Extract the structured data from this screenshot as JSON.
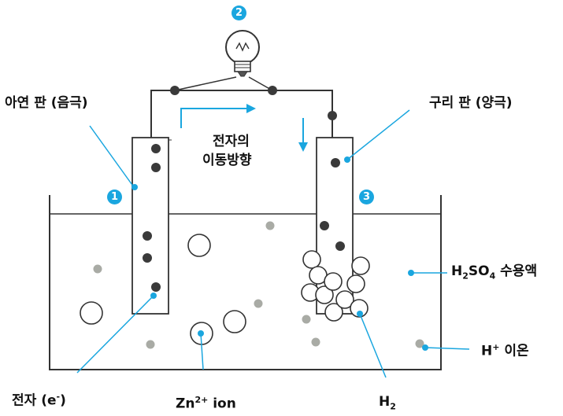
{
  "labels": {
    "anode": "아연 판 (음극)",
    "cathode": "구리 판 (양극)",
    "flow_line1": "전자의",
    "flow_line2": "이동방향",
    "electron_main": "전자 (e",
    "electron_sup": "-",
    "electron_close": ")",
    "zn_main": "Zn",
    "zn_sup": "2+",
    "zn_tail": " ion",
    "h2_main": "H",
    "h2_sub": "2",
    "solution_h": "H",
    "solution_sub1": "2",
    "solution_so": "SO",
    "solution_sub2": "4",
    "solution_tail": " 수용액",
    "hion_main": "H",
    "hion_sup": "+",
    "hion_tail": " 이온"
  },
  "markers": {
    "m1": "1",
    "m2": "2",
    "m3": "3"
  },
  "colors": {
    "accent": "#1aa6df",
    "electron": "#3a3a3a",
    "h_ion": "#a9aba5",
    "line": "#333333"
  }
}
